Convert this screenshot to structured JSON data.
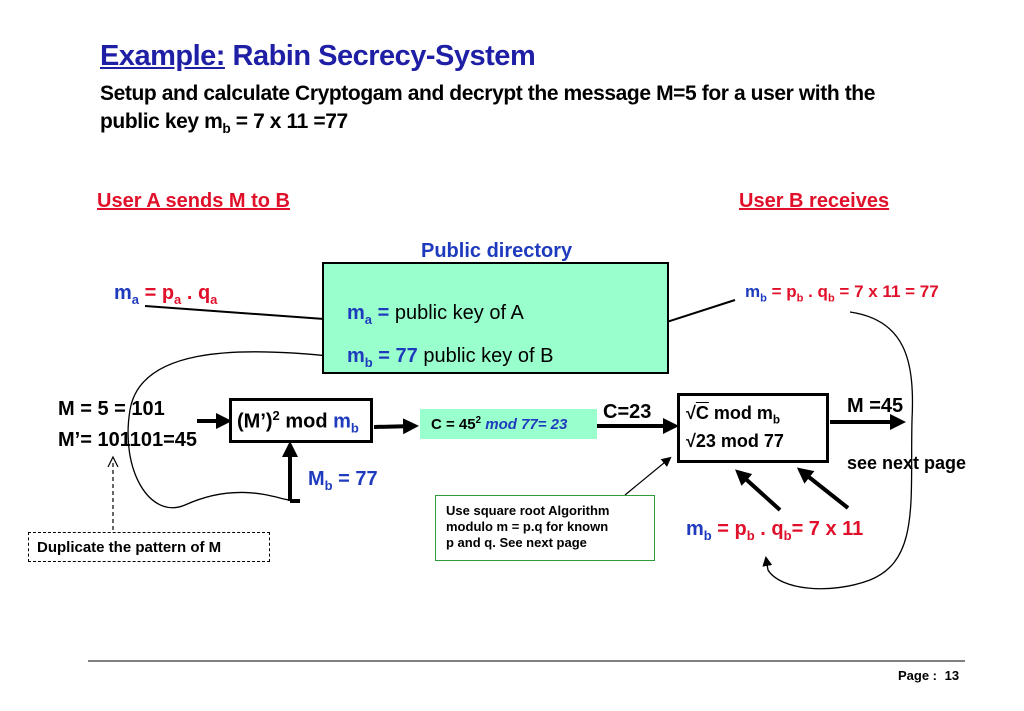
{
  "header": {
    "title_prefix": "Example:",
    "title_rest": " Rabin Secrecy-System",
    "subtitle_line1": "Setup and calculate Cryptogam and decrypt the message M=5 for a user with the",
    "subtitle_line2_a": "public key m",
    "subtitle_line2_sub": "b",
    "subtitle_line2_b": " = 7 x 11 =77"
  },
  "labels": {
    "user_a": "User A sends M  to B",
    "user_b": "User B receives",
    "public_directory": "Public directory"
  },
  "ma_def": {
    "m": "m",
    "m_sub": "a",
    "eq": " = ",
    "p": "p",
    "p_sub": "a",
    "dot": " . ",
    "q": "q",
    "q_sub": "a"
  },
  "mb_def_top": {
    "m": "m",
    "m_sub": "b",
    "eq": " = ",
    "p": "p",
    "p_sub": "b",
    "dot": " . q",
    "q_sub": "b",
    "rest": " = 7 x 11 = 77"
  },
  "directory": {
    "row1_m": "m",
    "row1_sub": "a",
    "row1_eq": " = ",
    "row1_text": "public key of A",
    "row2_m": "m",
    "row2_sub": "b",
    "row2_eq": " = 77",
    "row2_text": " public key of B"
  },
  "message": {
    "line1": "M = 5 = 101",
    "line2": "M’= 101101=45"
  },
  "encrypt_box": {
    "a": "(M’)",
    "sup": "2",
    "b": " mod ",
    "m": "m",
    "m_sub": "b"
  },
  "mb_below": {
    "m": "M",
    "sub": "b",
    "rest": " = 77"
  },
  "cipher_box": {
    "a": "C = 45",
    "sup": "2",
    "b": "  mod 77= 23"
  },
  "c_result": "C=23",
  "decrypt_box": {
    "line1_root": "√",
    "line1_c": "C",
    "line1_rest": " mod m",
    "line1_sub": "b",
    "line2_root": "√",
    "line2_rest": "23   mod 77"
  },
  "m_result": "M =45",
  "see_next": "see next page",
  "algorithm_note": {
    "line1": "Use square root Algorithm",
    "line2": "modulo m = p.q for known",
    "line3": "p and q. See next page"
  },
  "mb_bottom": {
    "m": "m",
    "sub": "b",
    "eq": " = ",
    "p": "p",
    "p_sub": "b",
    "dot": " . q",
    "q_sub": "b",
    "rest": "= 7 x 11"
  },
  "duplicate_note": "Duplicate the pattern of M",
  "footer": {
    "page_label": "Page :",
    "page_number": "13"
  },
  "colors": {
    "accent_blue": "#1f3bbd",
    "title_blue": "#1f1fa6",
    "red": "#e0102a",
    "directory_fill": "#99ffcc",
    "cipher_fill": "#99ffcc",
    "note_border": "#2e9e3a"
  }
}
